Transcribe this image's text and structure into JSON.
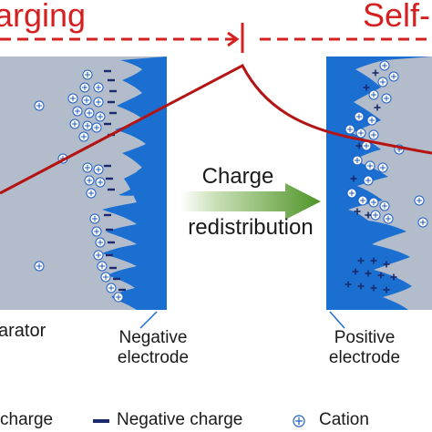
{
  "phases": {
    "left_label": "arging",
    "right_label": "Self-"
  },
  "arrow": {
    "line1": "Charge",
    "line2": "redistribution"
  },
  "labels": {
    "separator": "arator",
    "negative_electrode_line1": "Negative",
    "negative_electrode_line2": "electrode",
    "positive_electrode_line1": "Positive",
    "positive_electrode_line2": "electrode"
  },
  "legend": {
    "positive_charge": "charge",
    "negative_charge": "Negative charge",
    "cation": "Cation"
  },
  "colors": {
    "phase_red": "#d42020",
    "curve_red": "#b41414",
    "electrode_blue": "#1a6fd1",
    "separator_gray": "#b3bccb",
    "arrow_green": "#5a9a2e",
    "charge_navy": "#1a2a6c"
  }
}
